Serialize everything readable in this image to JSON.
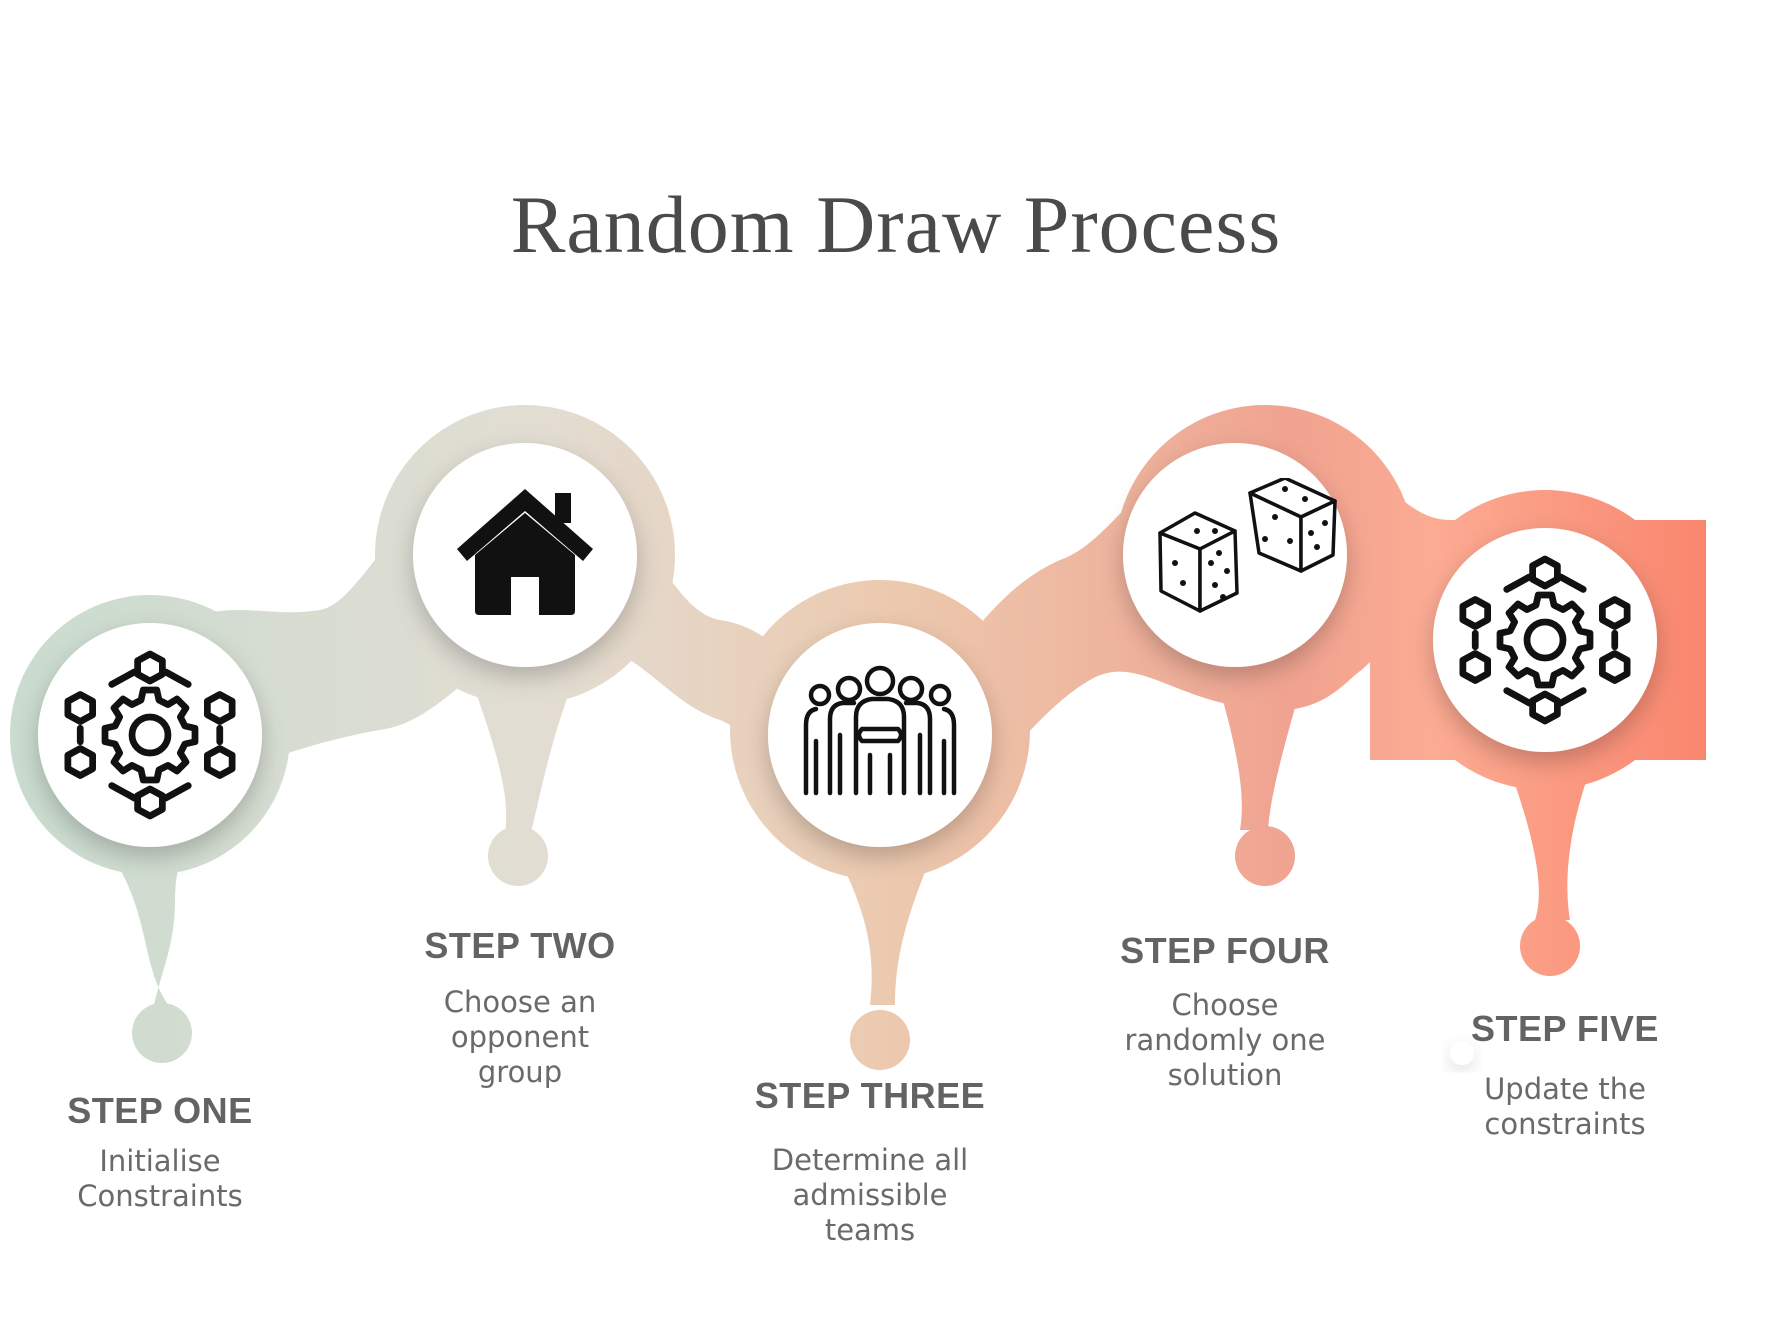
{
  "title": "Random Draw Process",
  "colors": {
    "step1": "#c9dccf",
    "step2": "#e2ddd3",
    "step3": "#ecc6aa",
    "step4": "#f0a08a",
    "step5": "#fa7f66",
    "text": "#636363"
  },
  "steps": [
    {
      "label": "STEP ONE",
      "desc_lines": [
        "Initialise",
        "Constraints"
      ],
      "icon": "network-gear-icon"
    },
    {
      "label": "STEP TWO",
      "desc_lines": [
        "Choose an",
        "opponent",
        "group"
      ],
      "icon": "house-icon"
    },
    {
      "label": "STEP THREE",
      "desc_lines": [
        "Determine all",
        "admissible",
        "teams"
      ],
      "icon": "team-group-icon"
    },
    {
      "label": "STEP FOUR",
      "desc_lines": [
        "Choose",
        "randomly one",
        "solution"
      ],
      "icon": "dice-icon"
    },
    {
      "label": "STEP FIVE",
      "desc_lines": [
        "Update the",
        "constraints"
      ],
      "icon": "network-gear-icon"
    }
  ]
}
